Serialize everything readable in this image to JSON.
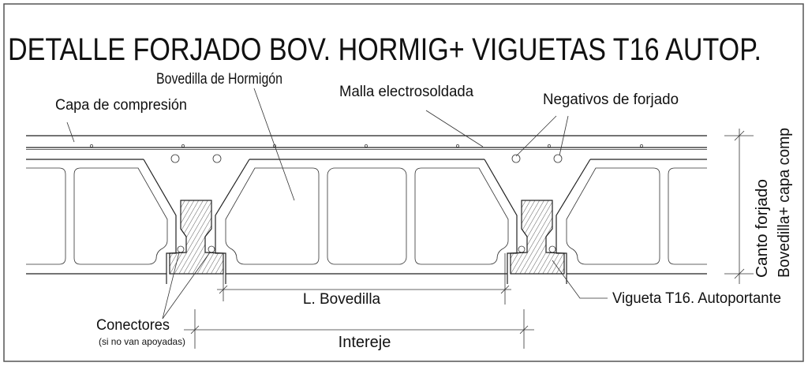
{
  "title": "DETALLE FORJADO BOV. HORMIG+ VIGUETAS T16 AUTOP.",
  "labels": {
    "bovedilla": "Bovedilla de Hormigón",
    "capa": "Capa de compresión",
    "malla": "Malla electrosoldada",
    "negativos": "Negativos de forjado",
    "canto": "Canto forjado",
    "canto_sub": "Bovedilla+ capa comp",
    "l_bovedilla": "L. Bovedilla",
    "intereje": "Intereje",
    "conectores": "Conectores",
    "conectores_note": "(si no van apoyadas)",
    "vigueta": "Vigueta T16. Autoportante"
  },
  "colors": {
    "line": "#222222",
    "background": "#ffffff"
  }
}
